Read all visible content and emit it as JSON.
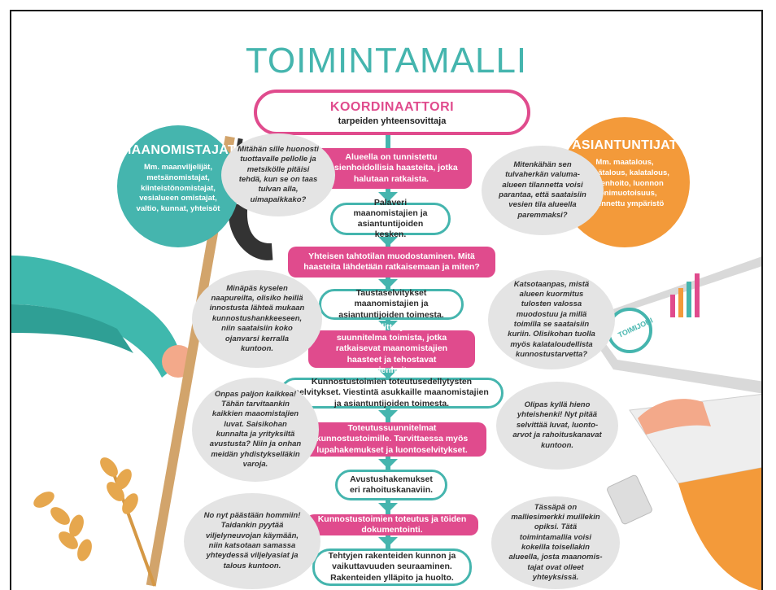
{
  "title": "TOIMINTAMALLI",
  "coordinator": {
    "title": "KOORDINAATTORI",
    "subtitle": "tarpeiden yhteensovittaja"
  },
  "landowners": {
    "title": "MAANOMISTAJAT",
    "body": "Mm. maanviljelijät, metsänomistajat, kiinteistönomistajat, vesialueen omistajat, valtio, kunnat, yhteisöt"
  },
  "experts": {
    "title": "ASIANTUNTIJAT",
    "body": "Mm. maatalous, metsätalous, kalatalous, vesienhoito, luonnon monimuotoisuus, rakennettu ympäristö"
  },
  "steps": [
    "Alueella on tunnistettu vesienhoidollisia haasteita, jotka halutaan ratkaista.",
    "Palaveri maanomistajien ja asiantuntijoiden kesken.",
    "Yhteisen tahtotilan muodostaminen. Mitä haasteita lähdetään ratkaisemaan ja miten?",
    "Taustaselvitykset maanomistajien ja asiantuntijoiden toimesta.",
    "Yhdessä laadittu yleistasoinen suunnitelma toimista, jotka ratkaisevat maanomistajien haasteet ja tehostavat vesienhoitoa.",
    "Kunnostustoimien toteutusedellytysten selvitykset. Viestintä asukkaille maanomistajien ja asiantuntijoiden toimesta.",
    "Toteutussuunnitelmat kunnostustoimille. Tarvittaessa myös lupahakemukset ja luontoselvitykset.",
    "Avustushakemukset eri rahoituskanaviin.",
    "Kunnostustoimien toteutus ja töiden dokumentointi.",
    "Tehtyjen rakenteiden kunnon ja vaikuttavuuden seuraaminen. Rakenteiden ylläpito ja huolto."
  ],
  "bubbles": {
    "left_1": "Mitähän sille huonosti tuottavalle pellolle ja metsikölle pitäisi tehdä, kun se on taas tulvan alla, uimapaikkako?",
    "right_1": "Mitenkähän sen tulvaherkän valuma-alueen tilannetta voisi parantaa, että saataisiin vesien tila alueella paremmaksi?",
    "left_2": "Minäpäs kyselen naapureilta, olisiko heillä innostusta lähteä mukaan kunnostushankkeeseen, niin saataisiin koko ojanvarsi kerralla kuntoon.",
    "right_2": "Katsotaanpas, mistä alueen kuormitus tulosten valossa muodostuu ja millä toimilla se saataisiin kuriin. Olisikohan tuolla myös kalataloudellista kunnos­tustarvetta?",
    "left_3": "Onpas paljon kaikkea! Tähän tarvitaankin kaikkien maaomistajien luvat. Saisikohan kunnalta ja yrityksiltä avustusta? Niin ja onhan meidän yhdistyk­selläkin varoja.",
    "right_3": "Olipas kyllä hieno yhteishenki! Nyt pitää selvittää luvat, luonto­arvot ja rahoituskana­vat kuntoon.",
    "left_4": "No nyt päästään hommiin! Taidankin pyytää viljelyneuvojan käymään, niin katsotaan samassa yhteydessä viljelyasiat ja talous kuntoon.",
    "right_4": "Tässäpä on malliesimerkki muillekin opiksi. Tätä toimintamallia voisi kokeilla toisellakin alueella, josta maanomis­tajat ovat olleet yhteyksissä."
  },
  "screen_label": "TOIMIJOKI",
  "colors": {
    "teal": "#45b5ae",
    "pink": "#e04b8d",
    "orange": "#f39a3a",
    "bubble": "#e4e4e4"
  }
}
